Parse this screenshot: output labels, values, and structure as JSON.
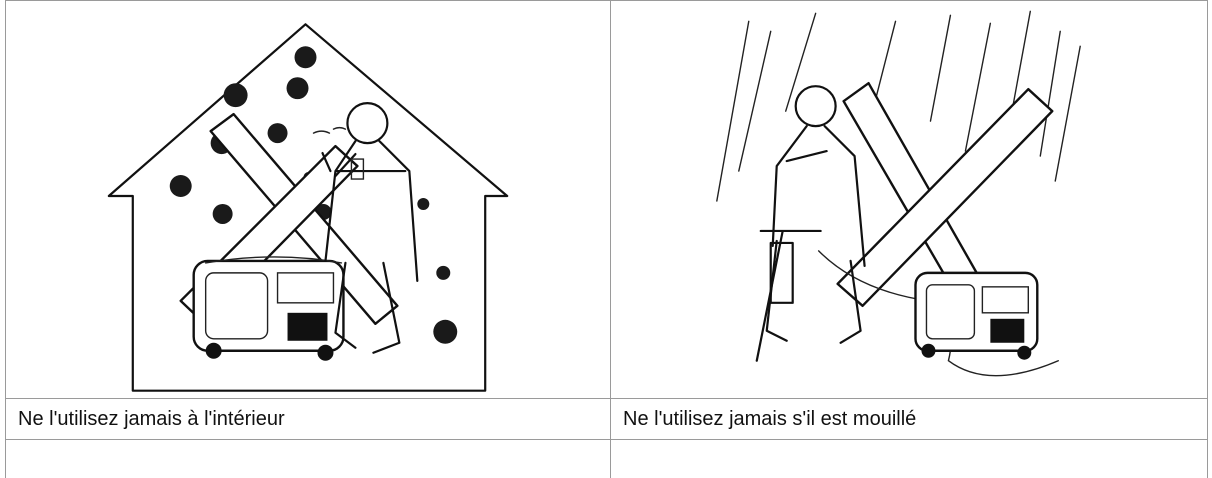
{
  "warnings": [
    {
      "illustration": "person-using-generator-indoors-with-exhaust-smoke-crossed-out",
      "caption": "Ne l'utilisez jamais à l'intérieur"
    },
    {
      "illustration": "person-using-jackhammer-with-generator-in-rain-crossed-out",
      "caption": "Ne l'utilisez jamais s'il est mouillé"
    }
  ]
}
